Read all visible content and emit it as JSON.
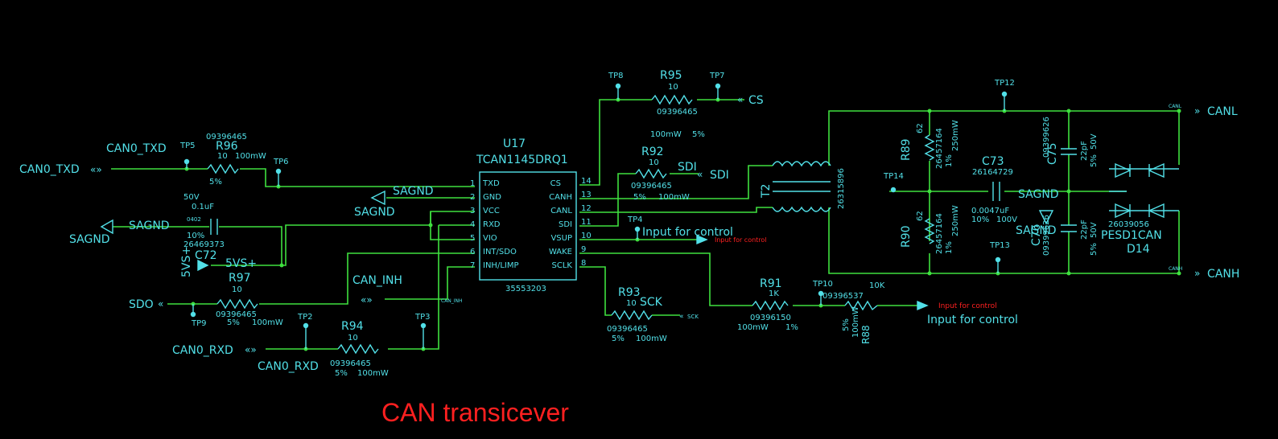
{
  "title": "CAN transicever",
  "ic": {
    "ref": "U17",
    "part": "TCAN1145DRQ1",
    "code": "35553203",
    "left_pins": [
      {
        "num": "1",
        "name": "TXD"
      },
      {
        "num": "2",
        "name": "GND"
      },
      {
        "num": "3",
        "name": "VCC"
      },
      {
        "num": "4",
        "name": "RXD"
      },
      {
        "num": "5",
        "name": "VIO"
      },
      {
        "num": "6",
        "name": "INT/SDO"
      },
      {
        "num": "7",
        "name": "INH/LIMP"
      }
    ],
    "right_pins": [
      {
        "num": "14",
        "name": "CS"
      },
      {
        "num": "13",
        "name": "CANH"
      },
      {
        "num": "12",
        "name": "CANL"
      },
      {
        "num": "11",
        "name": "SDI"
      },
      {
        "num": "10",
        "name": "VSUP"
      },
      {
        "num": "9",
        "name": "WAKE"
      },
      {
        "num": "8",
        "name": "SCLK"
      }
    ]
  },
  "ports": {
    "can0_txd": "CAN0_TXD",
    "sagnd_left": "SAGND",
    "sdo": "SDO",
    "can0_rxd": "CAN0_RXD",
    "cs": "CS",
    "sdi": "SDI",
    "canl": "CANL",
    "canh": "CANH"
  },
  "nets": {
    "can0_txd": "CAN0_TXD",
    "sagnd_gnd": "SAGND",
    "sagnd_gnd2": "SAGND",
    "sagnd_cap": "SAGND",
    "vs_cap": "5VS+",
    "vs_net": "5VS+",
    "can_inh": "CAN_INH",
    "can_inh_small": "CAN_INH",
    "can0_rxd": "CAN0_RXD",
    "sdi": "SDI",
    "sck": "SCK",
    "sck_small": "SCK",
    "sagnd_right": "SAGND",
    "sagnd_right2": "SAGND",
    "input_control": "Input for control",
    "input_control_small": "Input for control",
    "input_control2": "Input for control",
    "input_control2_small": "Input for control",
    "canl_small": "CANL",
    "canh_small": "CANH"
  },
  "testpoints": [
    "TP5",
    "TP6",
    "TP9",
    "TP2",
    "TP3",
    "TP8",
    "TP7",
    "TP4",
    "TP10",
    "TP12",
    "TP14",
    "TP13"
  ],
  "components": {
    "r96": {
      "ref": "R96",
      "code": "09396465",
      "value": "10",
      "power": "100mW",
      "tol": "5%"
    },
    "c72": {
      "ref": "C72",
      "volt": "50V",
      "value": "0.1uF",
      "pkg": "0402",
      "tol": "10%",
      "code": "26469373"
    },
    "r97": {
      "ref": "R97",
      "value": "10",
      "code": "09396465",
      "tol": "5%",
      "power": "100mW"
    },
    "r94": {
      "ref": "R94",
      "value": "10",
      "code": "09396465",
      "tol": "5%",
      "power": "100mW"
    },
    "r95": {
      "ref": "R95",
      "value": "10",
      "code": "09396465",
      "power": "100mW",
      "tol": "5%"
    },
    "r92": {
      "ref": "R92",
      "value": "10",
      "code": "09396465",
      "tol": "5%",
      "power": "100mW"
    },
    "r93": {
      "ref": "R93",
      "value": "10",
      "code": "09396465",
      "tol": "5%",
      "power": "100mW"
    },
    "r91": {
      "ref": "R91",
      "value": "1K",
      "code": "09396150",
      "power": "100mW",
      "tol": "1%"
    },
    "r88": {
      "ref": "R88",
      "value": "10K",
      "code": "09396537",
      "tol": "5%",
      "power": "100mW"
    },
    "t2": {
      "ref": "T2",
      "code": "26315896"
    },
    "r89": {
      "ref": "R89",
      "value": "62",
      "code": "26457164",
      "tol": "1%",
      "power": "250mW"
    },
    "r90": {
      "ref": "R90",
      "value": "62",
      "code": "26457164",
      "tol": "1%",
      "power": "250mW"
    },
    "c73": {
      "ref": "C73",
      "code": "26164729",
      "value": "0.0047uF",
      "tol": "10%",
      "volt": "100V"
    },
    "c75": {
      "ref": "C75",
      "code": "09399626",
      "value": "22pF",
      "tol": "5%",
      "volt": "50V"
    },
    "c76": {
      "ref": "C76",
      "code": "09399626",
      "value": "22pF",
      "tol": "5%",
      "volt": "50V"
    },
    "d14": {
      "ref": "D14",
      "part": "PESD1CAN",
      "code": "26039056"
    }
  },
  "colors": {
    "wire": "#3fe03f",
    "symbol": "#52e0e8",
    "title": "#ff2020",
    "background": "#000000"
  }
}
